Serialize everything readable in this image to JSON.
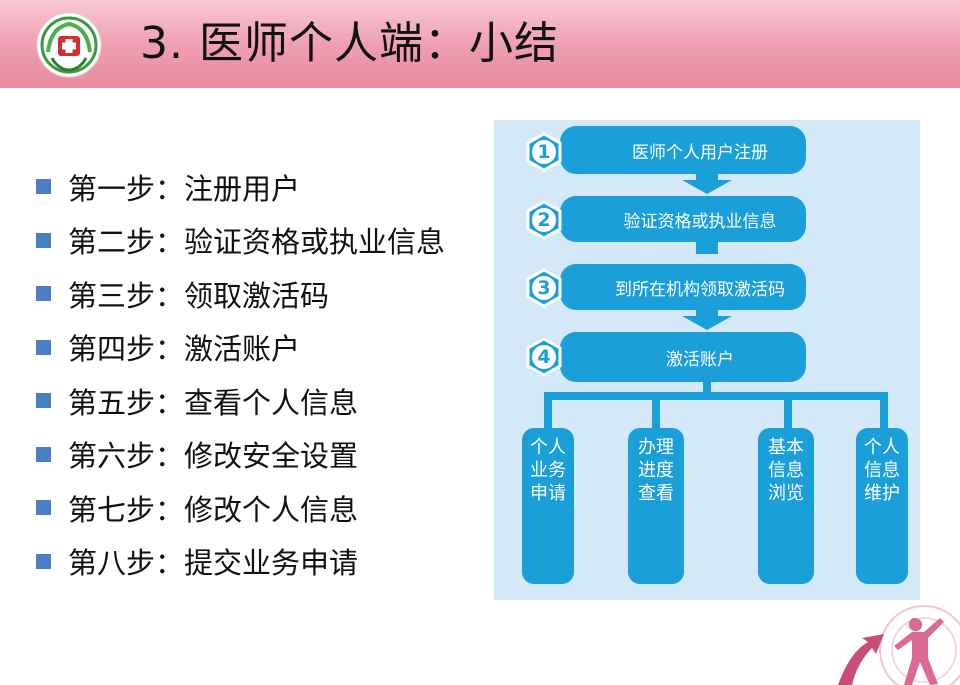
{
  "header": {
    "title": "3. 医师个人端：小结",
    "logo": "hospital-cross-logo"
  },
  "steps": [
    "第一步：注册用户",
    "第二步：验证资格或执业信息",
    "第三步：领取激活码",
    "第四步：激活账户",
    "第五步：查看个人信息",
    "第六步：修改安全设置",
    "第七步：修改个人信息",
    "第八步：提交业务申请"
  ],
  "flowchart": {
    "stages": [
      {
        "number": "1",
        "label": "医师个人用户注册"
      },
      {
        "number": "2",
        "label": "验证资格或执业信息"
      },
      {
        "number": "3",
        "label": "到所在机构领取激活码"
      },
      {
        "number": "4",
        "label": "激活账户"
      }
    ],
    "branches": [
      "个人业务申请",
      "办理进度查看",
      "基本信息浏览",
      "个人信息维护"
    ]
  },
  "colors": {
    "header_pink": "#ee9db0",
    "bullet_blue": "#4a7fc1",
    "flow_blue": "#1a9fd8",
    "flow_bg": "#d4e9f7"
  }
}
